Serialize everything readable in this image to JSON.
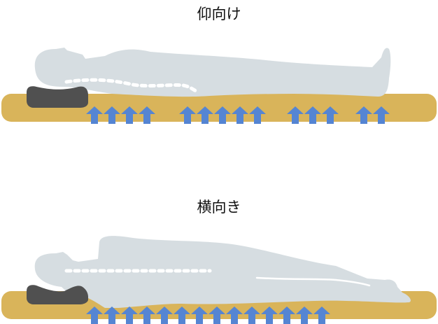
{
  "panels": [
    {
      "title": "仰向け",
      "pressure_arrow_count": 14
    },
    {
      "title": "横向き",
      "pressure_arrow_count": 14
    }
  ],
  "colors": {
    "mattress": "#d9b45a",
    "pillow": "#505050",
    "body": "#d6dde1",
    "spine": "#ffffff",
    "arrow": "#5585d3"
  }
}
